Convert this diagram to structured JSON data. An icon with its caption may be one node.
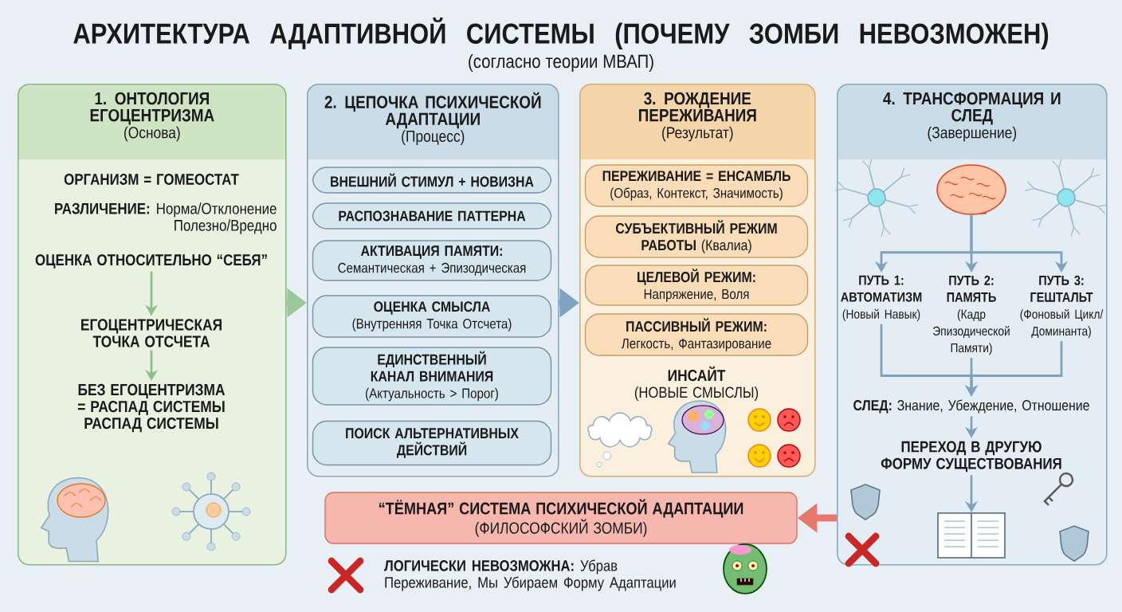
{
  "diagram": {
    "title": "АРХИТЕКТУРА АДАПТИВНОЙ СИСТЕМЫ (ПОЧЕМУ ЗОМБИ НЕВОЗМОЖЕН)",
    "nodes": [
      {
        "text": [
          "1. ОНТОЛОГИЯ ЕГОЦЕНТРИЗМА",
          "(Основа)"
        ]
      },
      {
        "text": [
          "ОЦЕНКА ОТНОСИТЕЛЬНО “СЕБЯ”"
        ],
        "in": 0
      },
      {
        "text": [
          "ЕГОЦЕНТРИЧЕСКАЯ ТОЧКА ОТСЧЕТА"
        ],
        "in": 0
      },
      {
        "text": [
          "БЕЗ ЕГОЦЕНТРИЗМА = РАСПАД СИСТЕМЫ РАСПАД СИСТЕМЫ"
        ],
        "in": 0
      },
      {
        "text": [
          "2. ЦЕПОЧКА ПСИХИЧЕСКОЙ АДАПТАЦИИ",
          "(Процесс)"
        ]
      },
      {
        "text": [
          "ВНЕШНИЙ СТИМУЛ + НОВИЗНА"
        ],
        "in": 4
      },
      {
        "text": [
          "РАСПОЗНАВАНИЕ ПАТТЕРНА"
        ],
        "in": 4
      },
      {
        "text": [
          "АКТИВАЦИЯ ПАМЯТИ:",
          "Семантическая + Эпизодическая"
        ],
        "in": 4
      },
      {
        "text": [
          "ОЦЕНКА СМЫСЛА",
          "(Внутренняя Точка Отсчета)"
        ],
        "in": 4
      },
      {
        "text": [
          "ЕДИНСТВЕННЫЙ КАНАЛ ВНИМАНИЯ",
          "(Актуальность > Порог)"
        ],
        "in": 4
      },
      {
        "text": [
          "ПОИСК АЛЬТЕРНАТИВНЫХ ДЕЙСТВИЙ"
        ],
        "in": 4
      },
      {
        "text": [
          "3. РОЖДЕНИЕ ПЕРЕЖИВАНИЯ",
          "(Результат)"
        ]
      },
      {
        "text": [
          "ПЕРЕЖИВАНИЕ = ЕНСАМБЛЬ",
          "(Образ, Контекст, Значимость)"
        ],
        "in": 11
      },
      {
        "text": [
          "**СУБЪЕКТИВНЫЙ РЕЖИМ РАБОТЫ** (Квалиа)"
        ],
        "in": 11
      },
      {
        "text": [
          "ЦЕЛЕВОЙ РЕЖИМ:",
          "Напряжение, Воля"
        ],
        "in": 11
      },
      {
        "text": [
          "ПАССИВНЫЙ РЕЖИМ:",
          "Легкость, Фантазирование"
        ],
        "in": 11
      },
      {
        "text": [
          "4. ТРАНСФОРМАЦИЯ И СЛЕД",
          "(Завершение)"
        ]
      },
      {
        "text": [],
        "shape": "picture",
        "in": 16
      },
      {
        "text": [
          "ПУТЬ 1: АВТОМАТИЗМ",
          "(Новый Навык)"
        ],
        "in": 16
      },
      {
        "text": [
          "ПУТЬ 2: ПАМЯТЬ",
          "(Кадр Эпизодической Памяти)"
        ],
        "in": 16
      },
      {
        "text": [
          "ПУТЬ 3: ГЕШТАЛЬТ",
          "(Фоновый Цикл/ Доминанта)"
        ],
        "in": 16
      },
      {
        "text": [
          "**СЛЕД:** Знание, Убеждение, Отношение"
        ],
        "in": 16
      },
      {
        "text": [
          "ПЕРЕХОД В ДРУГУЮ ФОРМУ СУЩЕСТВОВАНИЯ"
        ],
        "in": 16
      },
      {
        "text": [],
        "shape": "picture",
        "in": 16
      },
      {
        "text": [
          "“ТЁМНАЯ” СИСТЕМА ПСИХИЧЕСКОЙ АДАПТАЦИИ",
          "(ФИЛОСОФСКИЙ ЗОМБИ)"
        ]
      }
    ],
    "edges": [
      {
        "from": 0,
        "to": 4,
        "arrow": "to",
        "style": "thick",
        "color": "#9cc79a"
      },
      {
        "from": 4,
        "to": 11,
        "arrow": "to",
        "style": "thick"
      },
      {
        "from": 1,
        "to": 2,
        "arrow": "to",
        "color": "#8fbf8c"
      },
      {
        "from": 2,
        "to": 3,
        "arrow": "to",
        "color": "#8fbf8c"
      },
      {
        "from": 17,
        "to": 18,
        "arrow": "to"
      },
      {
        "from": 17,
        "to": 19,
        "arrow": "to"
      },
      {
        "from": 17,
        "to": 20,
        "arrow": "to"
      },
      {
        "from": 18,
        "to": 21,
        "arrow": "to"
      },
      {
        "from": 19,
        "to": 21,
        "arrow": "to"
      },
      {
        "from": 20,
        "to": 21,
        "arrow": "to"
      },
      {
        "from": 21,
        "to": 22,
        "arrow": "to"
      },
      {
        "from": 22,
        "to": 23,
        "arrow": "to"
      },
      {
        "from": 16,
        "to": 24,
        "arrow": "to",
        "style": "thick",
        "color": "#e8776e"
      }
    ],
    "labels": [
      "(согласно теории МВАП)",
      "ОРГАНИЗМ = ГОМЕОСТАТ",
      "**РАЗЛИЧЕНИЕ:** Норма/Отклонение Полезно/Вредно",
      "ИНСАЙТ",
      "(НОВЫЕ СМЫСЛЫ)",
      "**ЛОГИЧЕСКИ НЕВОЗМОЖНА:** Убрав Переживание, Мы Убираем Форму Адаптации"
    ]
  }
}
